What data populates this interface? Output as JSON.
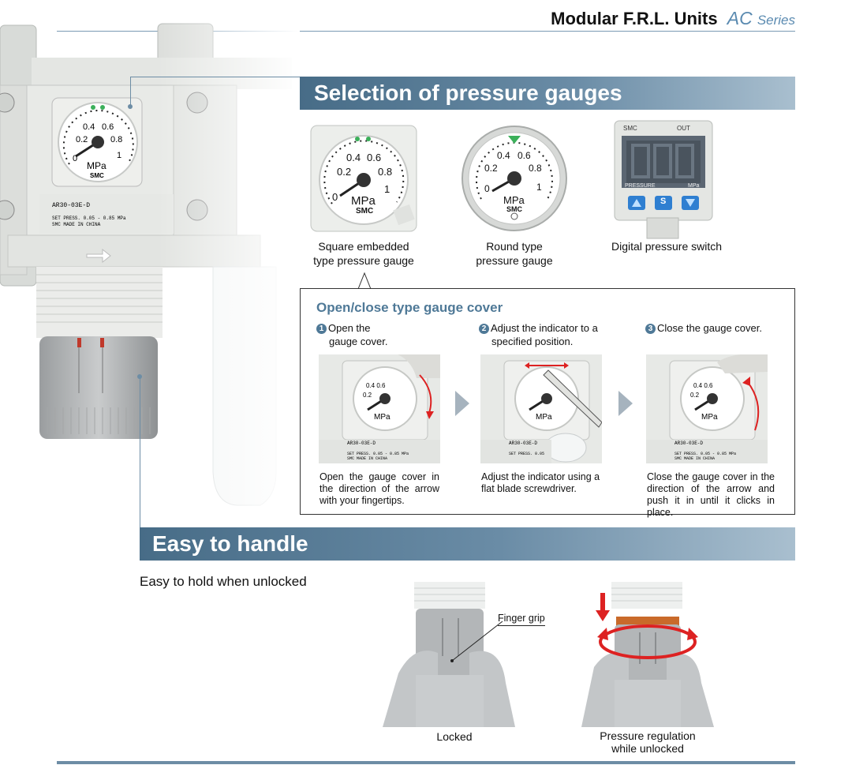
{
  "header": {
    "title": "Modular F.R.L. Units",
    "series_code": "AC",
    "series_word": "Series"
  },
  "selection": {
    "heading": "Selection of pressure gauges",
    "gauges": [
      {
        "line1": "Square embedded",
        "line2": "type pressure gauge",
        "icon": "square-gauge-icon"
      },
      {
        "line1": "Round type",
        "line2": "pressure gauge",
        "icon": "round-gauge-icon"
      },
      {
        "line1": "Digital pressure switch",
        "line2": "",
        "icon": "digital-switch-icon"
      }
    ],
    "digital_switch": {
      "brand": "SMC",
      "out": "OUT",
      "pressure": "PRESSURE",
      "unit": "MPa",
      "btn_s": "S"
    }
  },
  "gauge_dial": {
    "ticks": [
      "0",
      "0.2",
      "0.4",
      "0.6",
      "0.8",
      "1"
    ],
    "unit": "MPa",
    "brand": "SMC"
  },
  "cover": {
    "title": "Open/close type gauge cover",
    "steps": [
      {
        "num": "1",
        "line1": "Open the",
        "line2": "gauge cover.",
        "desc": "Open the gauge cover in the direction of the arrow with your fingertips."
      },
      {
        "num": "2",
        "line1": "Adjust the indicator to a",
        "line2": "specified position.",
        "desc": "Adjust the indicator using a flat blade screwdriver."
      },
      {
        "num": "3",
        "line1": "Close the gauge cover.",
        "line2": "",
        "desc": "Close the gauge cover in the direction of the arrow and push it in until it clicks in place."
      }
    ],
    "model_label": "AR30-03E-D",
    "set_press": "SET PRESS. 0.05 - 0.85 MPa",
    "made_in": "MADE IN CHINA"
  },
  "regulator_label": {
    "model": "AR30-03E-D",
    "set_press": "SET PRESS. 0.05 - 0.85 MPa",
    "made_in": "SMC   MADE IN CHINA"
  },
  "handle": {
    "heading": "Easy to handle",
    "subtitle": "Easy to hold when unlocked",
    "finger_grip": "Finger grip",
    "locked": "Locked",
    "unlocked_line1": "Pressure regulation",
    "unlocked_line2": "while unlocked"
  }
}
